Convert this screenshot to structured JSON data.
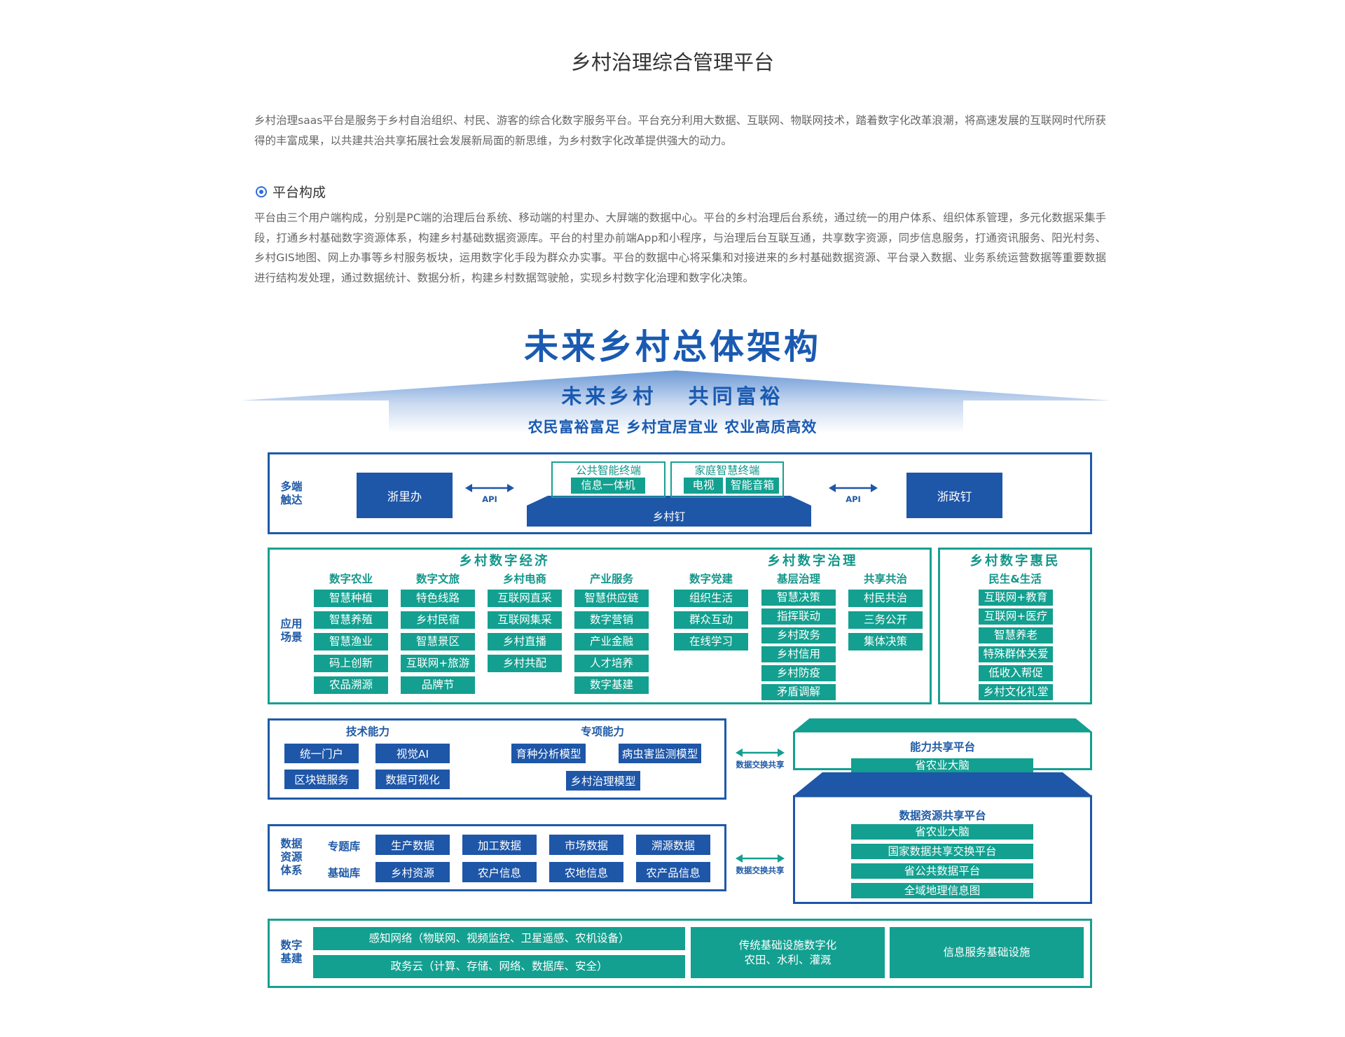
{
  "header": {
    "title": "乡村治理综合管理平台",
    "intro": "乡村治理saas平台是服务于乡村自治组织、村民、游客的综合化数字服务平台。平台充分利用大数据、互联网、物联网技术，踏着数字化改革浪潮，将高速发展的互联网时代所获得的丰富成果，以共建共治共享拓展社会发展新局面的新思维，为乡村数字化改革提供强大的动力。",
    "section_title": "平台构成",
    "section_body": "平台由三个用户端构成，分别是PC端的治理后台系统、移动端的村里办、大屏端的数据中心。平台的乡村治理后台系统，通过统一的用户体系、组织体系管理，多元化数据采集手段，打通乡村基础数字资源体系，构建乡村基础数据资源库。平台的村里办前端App和小程序，与治理后台互联互通，共享数字资源，同步信息服务，打通资讯服务、阳光村务、乡村GIS地图、网上办事等乡村服务板块，运用数字化手段为群众办实事。平台的数据中心将采集和对接进来的乡村基础数据资源、平台录入数据、业务系统运营数据等重要数据进行结构发处理，通过数据统计、数据分析，构建乡村数据驾驶舱，实现乡村数字化治理和数字化决策。"
  },
  "diagram": {
    "title": "未来乡村总体架构",
    "slogan": "未来乡村   共同富裕",
    "subslogan": "农民富裕富足 乡村宜居宜业 农业高质高效",
    "terminals": {
      "label": "多端\n触达",
      "left_app": "浙里办",
      "right_app": "浙政钉",
      "api": "API",
      "public_title": "公共智能终端",
      "public_item": "信息一体机",
      "home_title": "家庭智慧终端",
      "home_items": [
        "电视",
        "智能音箱"
      ],
      "base": "乡村钉"
    },
    "scenes": {
      "label": "应用\n场景",
      "economy": {
        "title": "乡村数字经济",
        "columns": [
          {
            "head": "数字农业",
            "items": [
              "智慧种植",
              "智慧养殖",
              "智慧渔业",
              "码上创新",
              "农品溯源"
            ]
          },
          {
            "head": "数字文旅",
            "items": [
              "特色线路",
              "乡村民宿",
              "智慧景区",
              "互联网+旅游",
              "品牌节"
            ]
          },
          {
            "head": "乡村电商",
            "items": [
              "互联网直采",
              "互联网集采",
              "乡村直播",
              "乡村共配"
            ]
          },
          {
            "head": "产业服务",
            "items": [
              "智慧供应链",
              "数字营销",
              "产业金融",
              "人才培养",
              "数字基建"
            ]
          }
        ]
      },
      "governance": {
        "title": "乡村数字治理",
        "columns": [
          {
            "head": "数字党建",
            "items": [
              "组织生活",
              "群众互动",
              "在线学习"
            ]
          },
          {
            "head": "基层治理",
            "items": [
              "智慧决策",
              "指挥联动",
              "乡村政务",
              "乡村信用",
              "乡村防疫",
              "矛盾调解"
            ]
          },
          {
            "head": "共享共治",
            "items": [
              "村民共治",
              "三务公开",
              "集体决策"
            ]
          }
        ]
      },
      "benefit": {
        "title": "乡村数字惠民",
        "head": "民生&生活",
        "items": [
          "互联网+教育",
          "互联网+医疗",
          "智慧养老",
          "特殊群体关爱",
          "低收入帮促",
          "乡村文化礼堂"
        ]
      }
    },
    "capability": {
      "tech_title": "技术能力",
      "tech_items": [
        "统一门户",
        "视觉AI",
        "区块链服务",
        "数据可视化"
      ],
      "special_title": "专项能力",
      "special_items": [
        "育种分析模型",
        "病虫害监测模型",
        "乡村治理模型"
      ],
      "exchange": "数据交换共享",
      "platform_title": "能力共享平台",
      "platform_item": "省农业大脑"
    },
    "data": {
      "label": "数据\n资源\n体系",
      "topic_label": "专题库",
      "topic_items": [
        "生产数据",
        "加工数据",
        "市场数据",
        "溯源数据"
      ],
      "base_label": "基础库",
      "base_items": [
        "乡村资源",
        "农户信息",
        "农地信息",
        "农产品信息"
      ],
      "exchange": "数据交换共享",
      "platform_title": "数据资源共享平台",
      "platform_items": [
        "省农业大脑",
        "国家数据共享交换平台",
        "省公共数据平台",
        "全域地理信息图"
      ]
    },
    "infra": {
      "label": "数字\n基建",
      "sense": "感知网络（物联网、视频监控、卫星遥感、农机设备）",
      "cloud": "政务云（计算、存储、网络、数据库、安全）",
      "traditional": "传统基础设施数字化\n农田、水利、灌溉",
      "info": "信息服务基础设施"
    }
  },
  "colors": {
    "blue": "#1e56a8",
    "teal": "#13a090",
    "title_blue": "#1a5ab1"
  }
}
